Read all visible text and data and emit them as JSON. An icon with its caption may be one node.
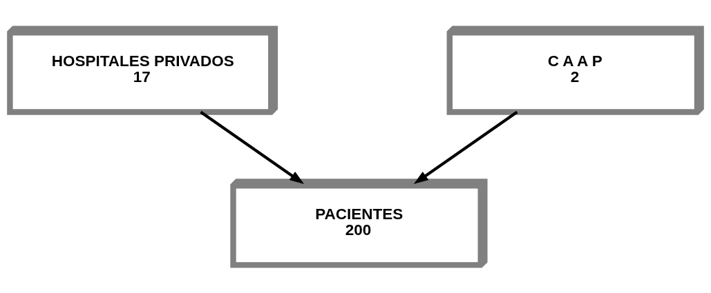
{
  "diagram": {
    "nodes": [
      {
        "text": [
          "HOSPITALES PRIVADOS",
          "17"
        ]
      },
      {
        "text": [
          "C A A P",
          "2"
        ]
      },
      {
        "text": [
          "PACIENTES",
          "200"
        ]
      }
    ],
    "edges": [
      {
        "from": 0,
        "to": 2,
        "arrow": "to"
      },
      {
        "from": 1,
        "to": 2,
        "arrow": "to"
      }
    ]
  }
}
